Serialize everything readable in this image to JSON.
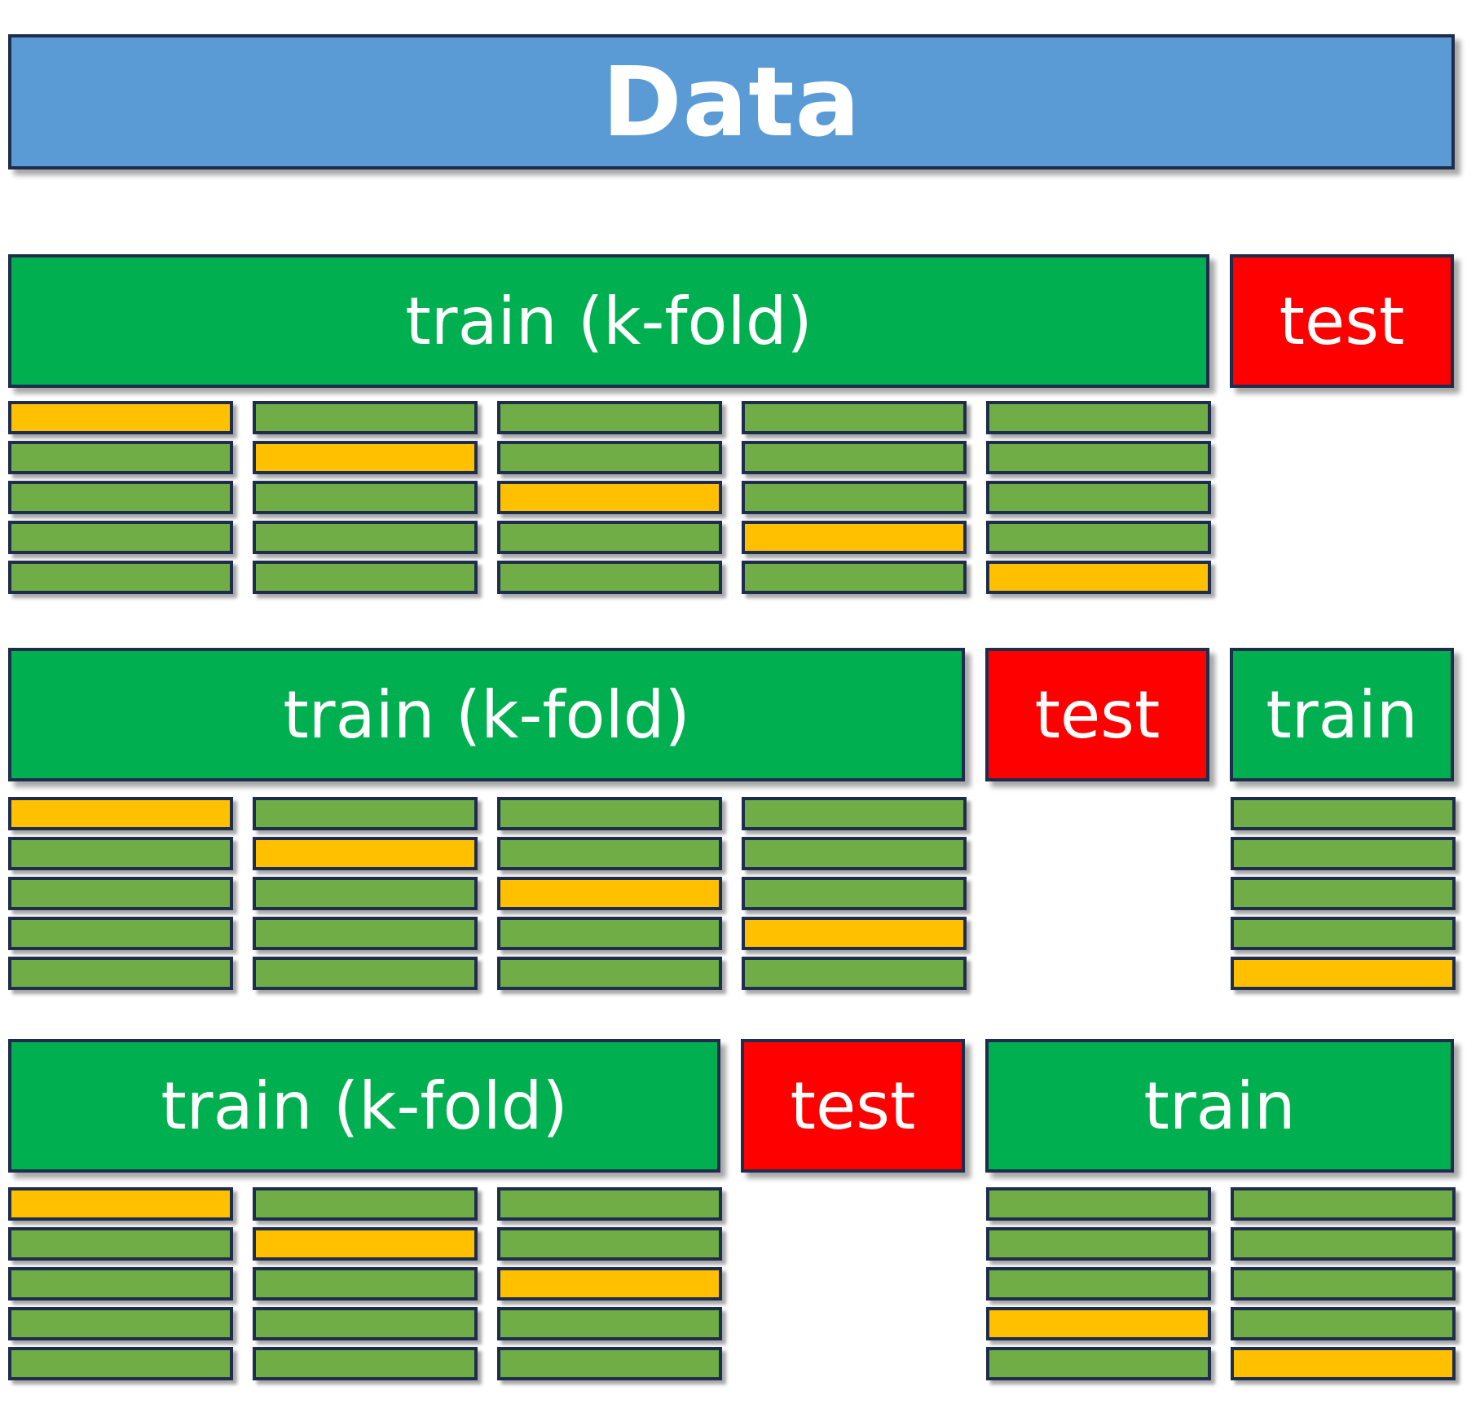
{
  "data_label": "Data",
  "colors": {
    "data": "#5b9bd5",
    "train": "#00b050",
    "test": "#ff0000",
    "fold_train": "#70ad47",
    "fold_validation": "#ffc000",
    "border": "#1f2d4d"
  },
  "rows": [
    {
      "segments": [
        {
          "kind": "train",
          "label": "train (k-fold)"
        },
        {
          "kind": "test",
          "label": "test"
        }
      ],
      "fold_groups": [
        {
          "validation_index": 0
        },
        {
          "validation_index": 1
        },
        {
          "validation_index": 2
        },
        {
          "validation_index": 3
        },
        {
          "validation_index": 4
        }
      ]
    },
    {
      "segments": [
        {
          "kind": "train",
          "label": "train (k-fold)"
        },
        {
          "kind": "test",
          "label": "test"
        },
        {
          "kind": "train",
          "label": "train"
        }
      ],
      "fold_groups": [
        {
          "validation_index": 0
        },
        {
          "validation_index": 1
        },
        {
          "validation_index": 2
        },
        {
          "validation_index": 3
        },
        {
          "validation_index": 4
        }
      ]
    },
    {
      "segments": [
        {
          "kind": "train",
          "label": "train (k-fold)"
        },
        {
          "kind": "test",
          "label": "test"
        },
        {
          "kind": "train",
          "label": "train"
        }
      ],
      "fold_groups": [
        {
          "validation_index": 0
        },
        {
          "validation_index": 1
        },
        {
          "validation_index": 2
        },
        {
          "validation_index": 3
        },
        {
          "validation_index": 4
        }
      ]
    }
  ]
}
